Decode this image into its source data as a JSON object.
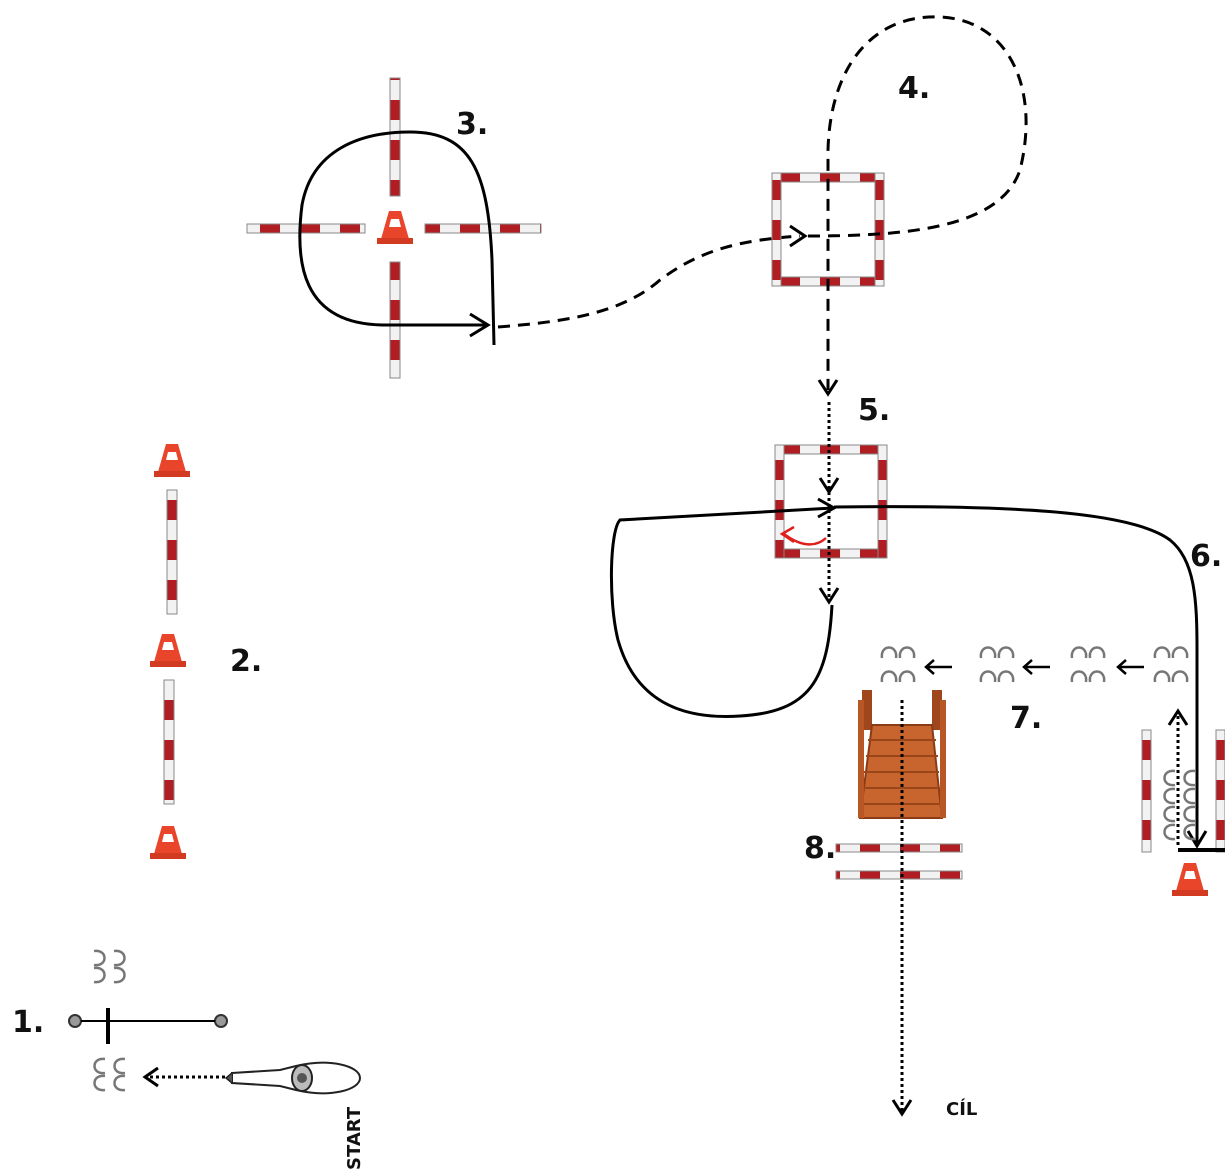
{
  "title": "",
  "stations": {
    "s1": "1.",
    "s2": "2.",
    "s3": "3.",
    "s4": "4.",
    "s5": "5.",
    "s6": "6.",
    "s7": "7.",
    "s8": "8."
  },
  "start_label": "START",
  "finish_label": "CÍL",
  "colors": {
    "pole_red": "#b01e24",
    "pole_white": "#f2f2f2",
    "cone_orange": "#e8452a",
    "path": "#000000",
    "turn_arrow": "#e0201c",
    "bridge_wood": "#c8642e"
  },
  "icons": [
    "cone-icon",
    "pole-icon",
    "horseshoe-icon",
    "rider-icon",
    "bridge-icon"
  ]
}
